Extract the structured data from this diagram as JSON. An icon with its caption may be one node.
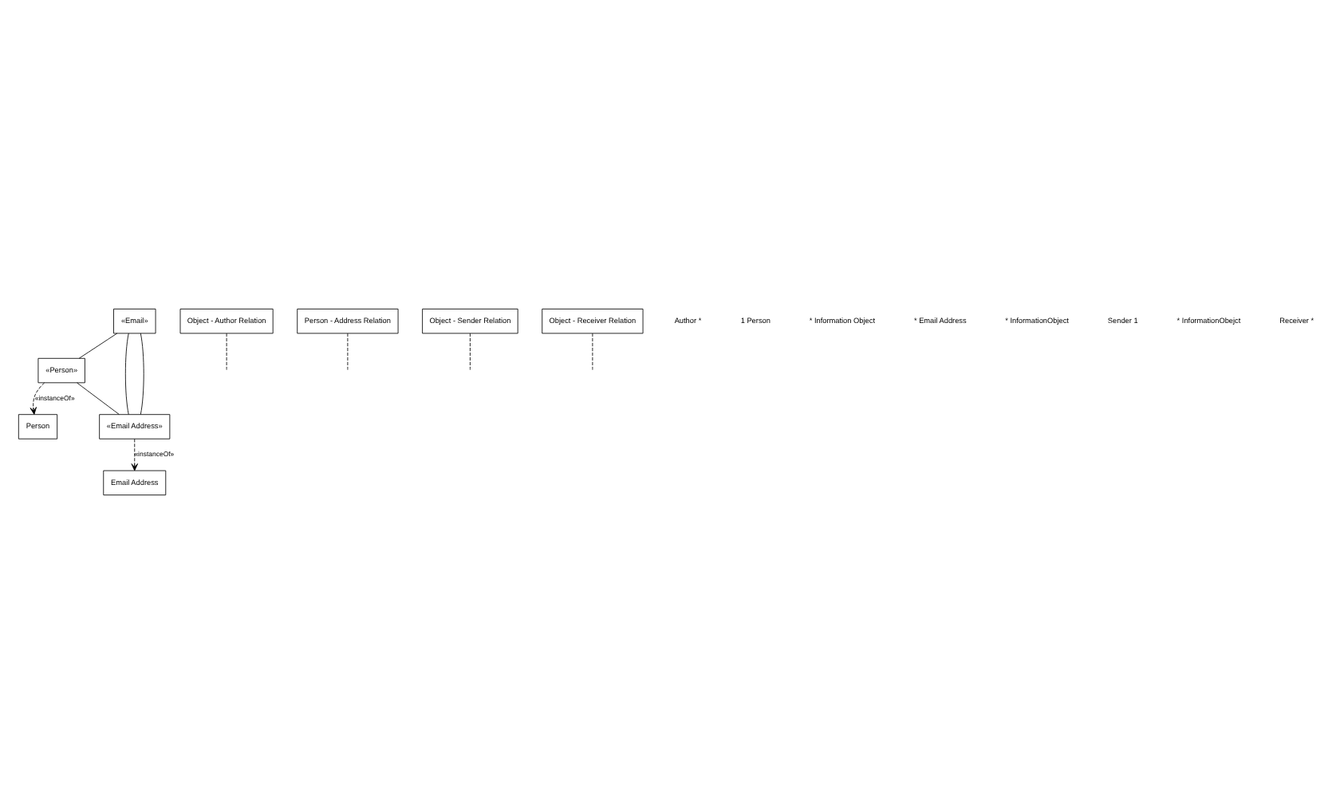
{
  "diagram": {
    "nodes": [
      {
        "text": [
          "Person"
        ]
      },
      {
        "text": [
          "Object - Author Relation"
        ]
      },
      {
        "text": [
          "«Person»"
        ]
      },
      {
        "text": [
          "Person - Address Relation"
        ]
      },
      {
        "text": [
          "Object - Sender Relation"
        ]
      },
      {
        "text": [
          "«Email»"
        ]
      },
      {
        "text": [
          "«Email Address»"
        ]
      },
      {
        "text": [
          "Email Address"
        ]
      },
      {
        "text": [
          "Object - Receiver Relation"
        ]
      }
    ],
    "edges": [
      {
        "from": 2,
        "to": 0,
        "arrow": "to",
        "style": "dashed",
        "label": "«instanceOf»"
      },
      {
        "from": 5,
        "to": 2,
        "arrow": "none"
      },
      {
        "from": 1,
        "to": null,
        "arrow": "none",
        "style": "dashed"
      },
      {
        "from": 2,
        "to": 6,
        "arrow": "none"
      },
      {
        "from": 3,
        "to": null,
        "arrow": "none",
        "style": "dashed"
      },
      {
        "from": 5,
        "to": 6,
        "arrow": "none"
      },
      {
        "from": 4,
        "to": null,
        "arrow": "none",
        "style": "dashed"
      },
      {
        "from": 5,
        "to": 6,
        "arrow": "none"
      },
      {
        "from": 8,
        "to": null,
        "arrow": "none",
        "style": "dashed"
      },
      {
        "from": 6,
        "to": 7,
        "arrow": "to",
        "style": "dashed",
        "label": "«instanceOf»"
      }
    ],
    "labels": [
      "Author *",
      "1 Person",
      "* Information Object",
      "* Email Address",
      "* InformationObject",
      "Sender 1",
      "* InformationObejct",
      "Receiver *"
    ]
  }
}
